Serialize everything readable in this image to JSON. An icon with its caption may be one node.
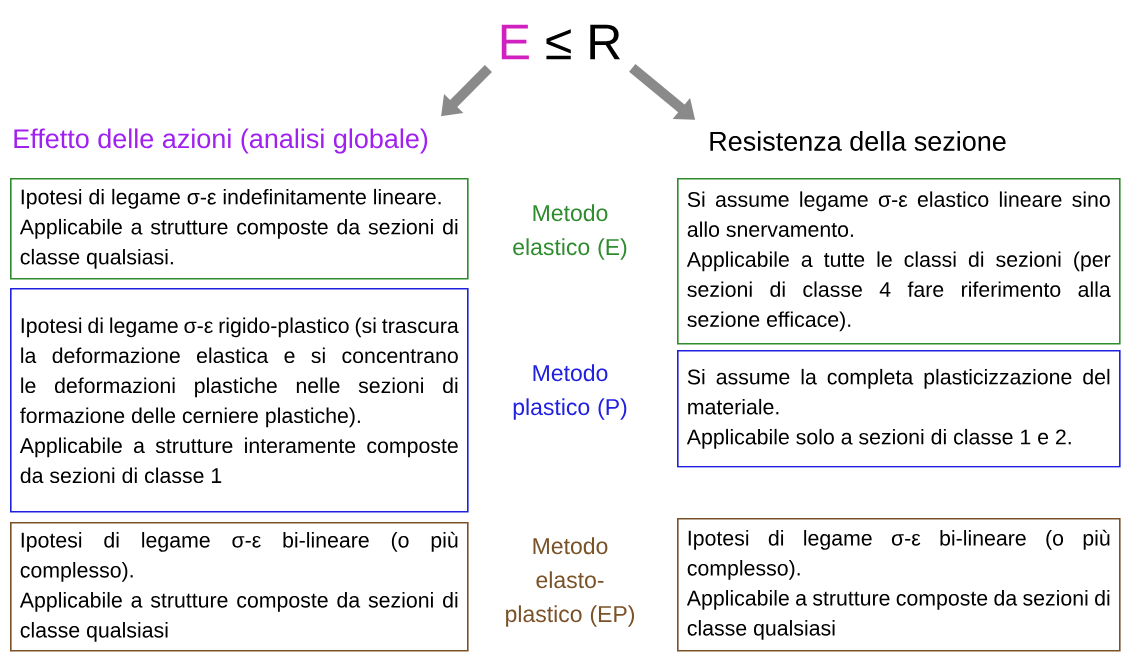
{
  "diagram": {
    "nodes": [
      {
        "text": [
          "E",
          "≤ R"
        ]
      },
      {
        "text": [
          "Effetto delle azioni (analisi globale)"
        ]
      },
      {
        "text": [
          "Resistenza della sezione"
        ]
      },
      {
        "text": [
          "Ipotesi di legame σ-ε indefinitamente lineare.",
          "Applicabile a strutture composte da sezioni di classe qualsiasi."
        ]
      },
      {
        "text": [
          "Si assume legame σ-ε elastico lineare sino allo snervamento.",
          "Applicabile a tutte le classi di sezioni (per sezioni di classe 4 fare riferimento alla sezione efficace)."
        ]
      },
      {
        "text": [
          "Ipotesi di legame σ-ε rigido-plastico (si trascura la deformazione elastica e si concentrano le deformazioni plastiche nelle sezioni di formazione delle cerniere plastiche).",
          "Applicabile a strutture interamente composte da sezioni di classe 1"
        ]
      },
      {
        "text": [
          "Si assume la completa plasticizzazione del materiale.",
          "Applicabile solo a sezioni di classe 1 e 2."
        ]
      },
      {
        "text": [
          "Ipotesi di legame σ-ε bi-lineare (o più complesso).",
          "Applicabile a strutture composte da sezioni di classe qualsiasi"
        ]
      },
      {
        "text": [
          "Ipotesi di legame σ-ε bi-lineare (o più complesso).",
          "Applicabile a strutture composte da sezioni di classe qualsiasi"
        ]
      }
    ],
    "edges": [
      {
        "from": 0,
        "to": 1,
        "arrow": "to"
      },
      {
        "from": 0,
        "to": 2,
        "arrow": "to"
      }
    ],
    "labels": [
      "Metodo elastico (E)",
      "Metodo plastico (P)",
      "Metodo elasto-plastico (EP)"
    ]
  }
}
